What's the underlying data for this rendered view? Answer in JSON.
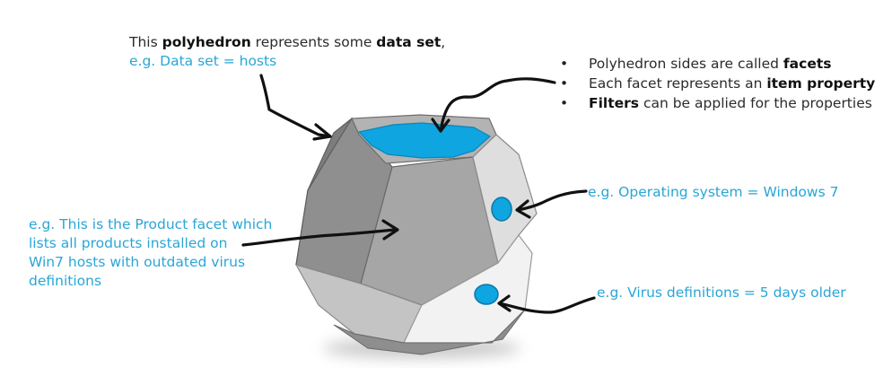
{
  "top_note": {
    "line1_pre": "This ",
    "line1_bold1": "polyhedron",
    "line1_mid": " represents some ",
    "line1_bold2": "data set",
    "line1_post": ",",
    "line2": "e.g. Data set = hosts"
  },
  "bullets": [
    {
      "pre": "Polyhedron sides are called ",
      "bold": "facets",
      "post": ""
    },
    {
      "pre": "Each facet represents an ",
      "bold": "item property",
      "post": ""
    },
    {
      "pre": "",
      "bold": "Filters",
      "post": " can be applied for the properties"
    }
  ],
  "os_note": "e.g. Operating system = Windows 7",
  "virus_note": "e.g. Virus definitions = 5 days older",
  "product_note": [
    "e.g. This is the Product facet which",
    "lists all products installed on",
    "Win7 hosts with outdated virus",
    "definitions"
  ],
  "colors": {
    "accent_blue": "#29a6d6",
    "facet_fill_blue": "#0ea5e0",
    "text_dark": "#2b2b2b",
    "arrow": "#111111"
  }
}
